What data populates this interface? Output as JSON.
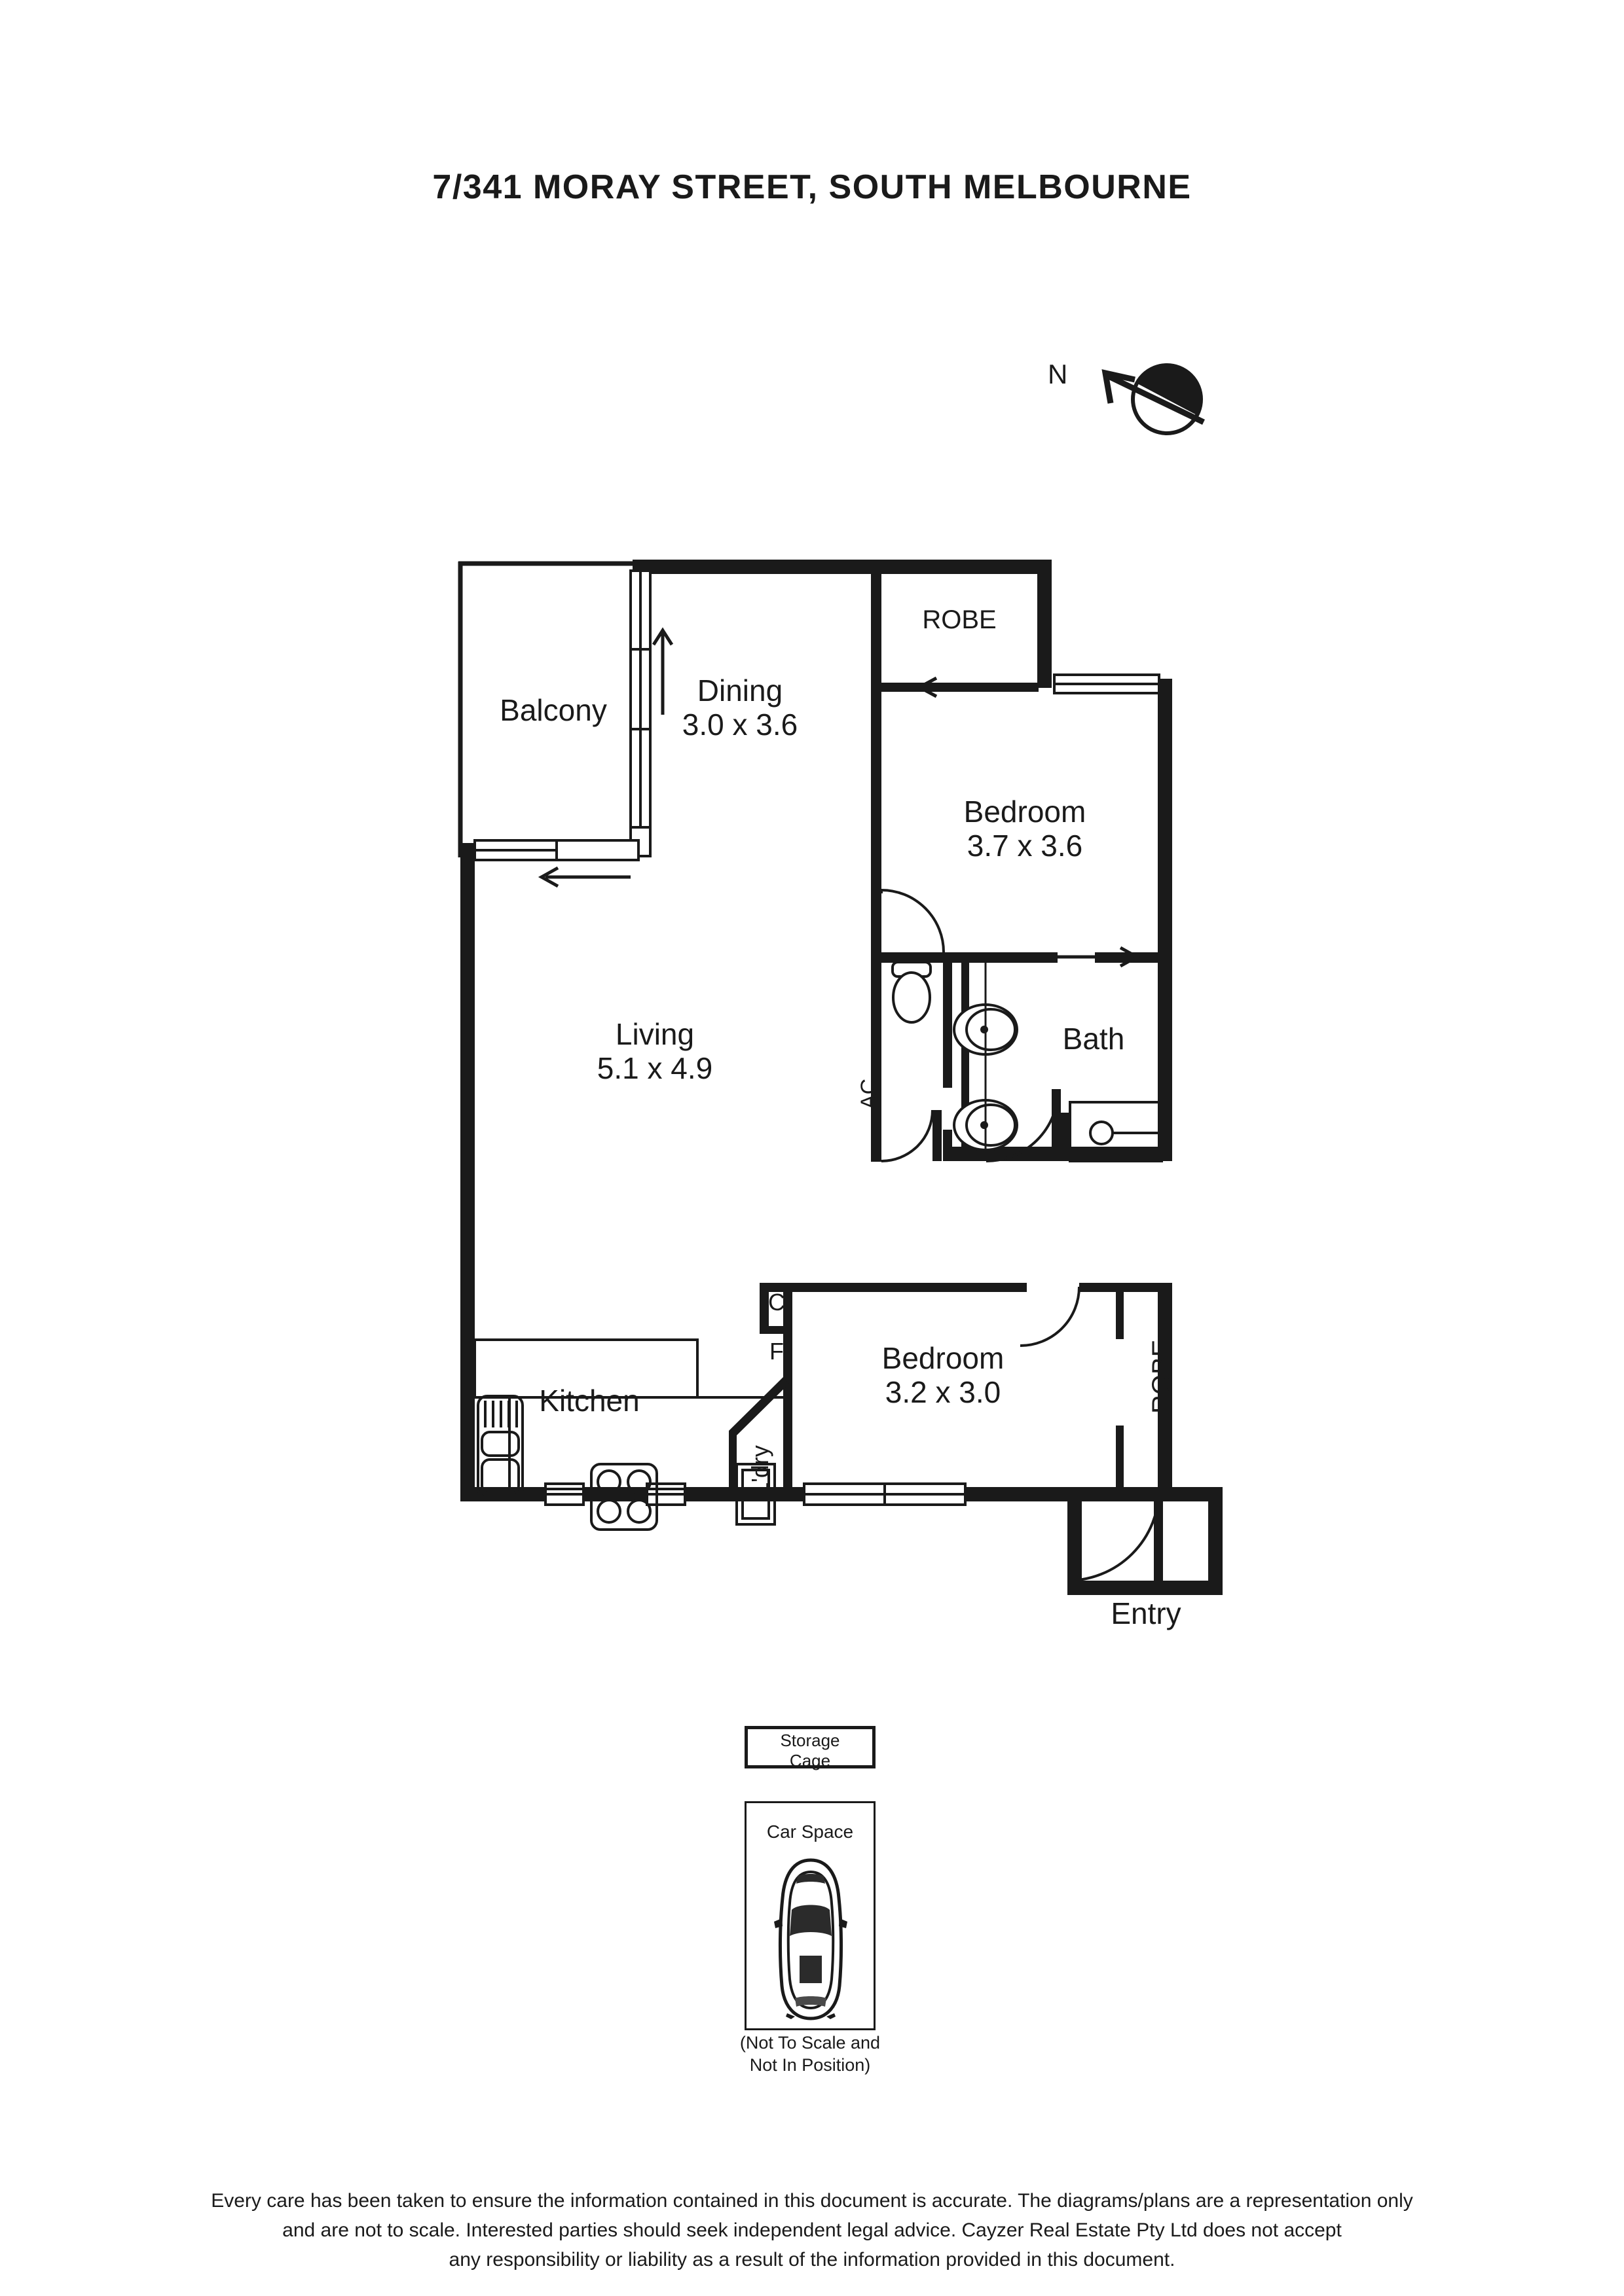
{
  "document": {
    "title": "7/341 MORAY STREET, SOUTH MELBOURNE"
  },
  "compass": {
    "label": "N",
    "icon": "north-arrow-compass"
  },
  "plan": {
    "rooms": [
      {
        "id": "balcony",
        "name": "Balcony",
        "dimensions": ""
      },
      {
        "id": "dining",
        "name": "Dining",
        "dimensions": "3.0 x 3.6"
      },
      {
        "id": "living",
        "name": "Living",
        "dimensions": "5.1 x 4.9"
      },
      {
        "id": "bedroom1",
        "name": "Bedroom",
        "dimensions": "3.7 x 3.6"
      },
      {
        "id": "bedroom2",
        "name": "Bedroom",
        "dimensions": "3.2 x 3.0"
      },
      {
        "id": "bath",
        "name": "Bath",
        "dimensions": ""
      },
      {
        "id": "kitchen",
        "name": "Kitchen",
        "dimensions": ""
      },
      {
        "id": "entry",
        "name": "Entry",
        "dimensions": ""
      }
    ],
    "annotations": {
      "robe_bed1": "ROBE",
      "robe_bed2": "ROBE",
      "ac": "AC",
      "cupboard": "C",
      "fridge": "F",
      "laundry": "L'dry"
    }
  },
  "storage": {
    "line1": "Storage",
    "line2": "Cage"
  },
  "car_space": {
    "label": "Car Space",
    "note_line1": "(Not To Scale and",
    "note_line2": "Not In Position)"
  },
  "footer": {
    "line1": "Every care has been taken to ensure the information contained in this document is accurate. The diagrams/plans are a representation only",
    "line2": "and are not to scale. Interested parties should seek independent legal advice. Cayzer Real Estate Pty Ltd does not accept",
    "line3": "any responsibility or liability as a result of the information provided in this document."
  },
  "colors": {
    "ink": "#1a1a1a",
    "paper": "#ffffff"
  }
}
